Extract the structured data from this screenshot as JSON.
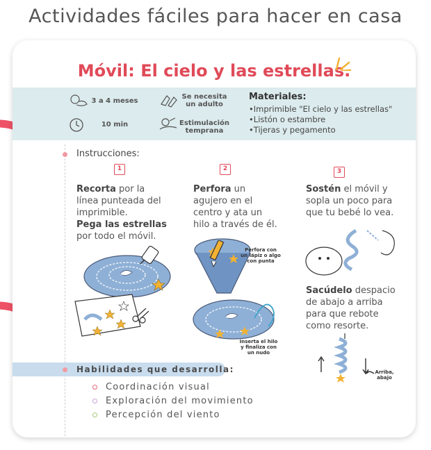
{
  "page_title": "Actividades fáciles para hacer en casa",
  "card": {
    "title": "Móvil: El cielo y las estrellas.",
    "info": {
      "age": "3 a 4 meses",
      "adult": "Se necesita un adulto",
      "time": "10 min",
      "stimulation": "Estimulación temprana"
    },
    "materials": {
      "heading": "Materiales:",
      "items": [
        "•Imprimible \"El cielo y las estrellas\"",
        "•Listón o estambre",
        "•Tijeras y pegamento"
      ]
    },
    "instructions_heading": "Instrucciones:",
    "steps": [
      {
        "num": "1",
        "bold1": "Recorta",
        "text1": " por la línea punteada del imprimible.",
        "bold2": "Pega las estrellas",
        "text2": " por todo el móvil."
      },
      {
        "num": "2",
        "bold1": "Perfora",
        "text1": " un agujero en el centro y ata un hilo a través de él."
      },
      {
        "num": "3",
        "bold1": "Sostén",
        "text1": " el móvil y sopla un poco para que tu bebé lo vea.",
        "bold2": "Sacúdelo",
        "text2": " despacio de abajo a arriba para que rebote como resorte."
      }
    ],
    "notes": {
      "perfora": "Perfora con un lápiz o algo con punta",
      "inserta": "Inserta el hilo y finaliza con un nudo",
      "arriba": "Arriba, abajo"
    },
    "skills_heading": "Habilidades que desarrolla:",
    "skills": [
      {
        "label": "Coordinación visual",
        "color": "#e8687a"
      },
      {
        "label": "Exploración del movimiento",
        "color": "#c9a0d8"
      },
      {
        "label": "Percepción del viento",
        "color": "#a8c97a"
      }
    ]
  },
  "colors": {
    "accent": "#e04a58",
    "band": "#dcebed",
    "spiral": "#8fb0d6"
  }
}
